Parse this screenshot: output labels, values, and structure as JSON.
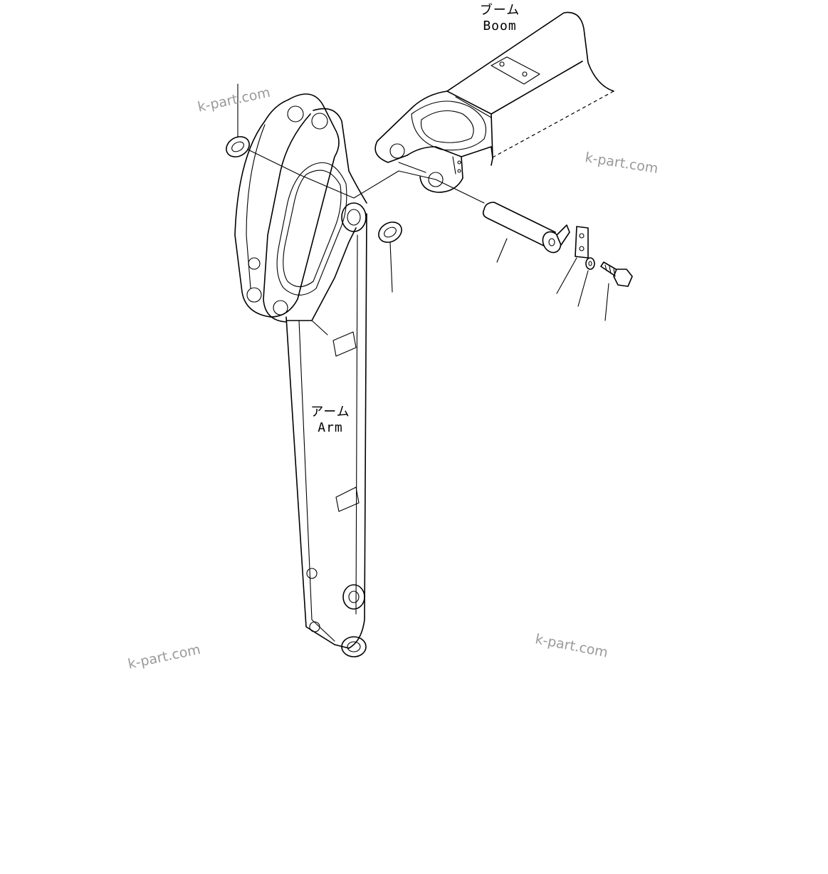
{
  "labels": {
    "boom": {
      "jp": "ブーム",
      "en": "Boom"
    },
    "arm": {
      "jp": "アーム",
      "en": "Arm"
    }
  },
  "watermarks": [
    "k-part.com",
    "k-part.com",
    "k-part.com",
    "k-part.com"
  ],
  "parts": [
    {
      "name": "shim-left"
    },
    {
      "name": "shim-right"
    },
    {
      "name": "pin"
    },
    {
      "name": "plate"
    },
    {
      "name": "washer"
    },
    {
      "name": "bolt"
    }
  ],
  "colors": {
    "line": "#000000",
    "background": "#ffffff",
    "watermark": "#9a9a9a"
  }
}
